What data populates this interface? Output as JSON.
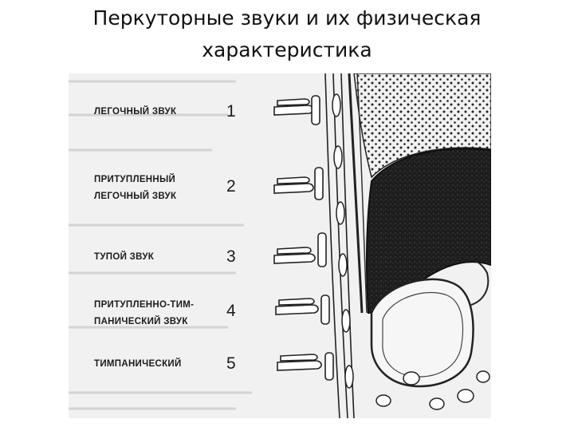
{
  "slide": {
    "title_line1": "Перкуторные звуки и их физическая",
    "title_line2": "характеристика"
  },
  "figure": {
    "sounds": [
      {
        "lines": [
          "ЛЕГОЧНЫЙ ЗВУК"
        ],
        "number": "1"
      },
      {
        "lines": [
          "ПРИТУПЛЕННЫЙ",
          "ЛЕГОЧНЫЙ ЗВУК"
        ],
        "number": "2"
      },
      {
        "lines": [
          "ТУПОЙ ЗВУК"
        ],
        "number": "3"
      },
      {
        "lines": [
          "ПРИТУПЛЕННО-ТИМ-",
          "ПАНИЧЕСКИЙ ЗВУК"
        ],
        "number": "4"
      },
      {
        "lines": [
          "ТИМПАНИЧЕСКИЙ"
        ],
        "number": "5"
      }
    ]
  }
}
